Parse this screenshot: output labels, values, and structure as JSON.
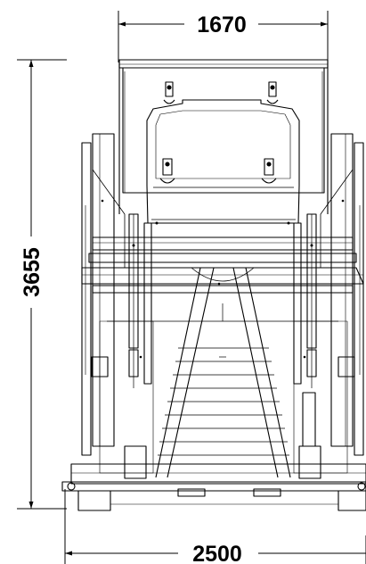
{
  "dimensions": {
    "top_width": "1670",
    "overall_height": "3655",
    "bottom_width": "2500"
  },
  "colors": {
    "line": "#000000",
    "background": "#ffffff"
  }
}
